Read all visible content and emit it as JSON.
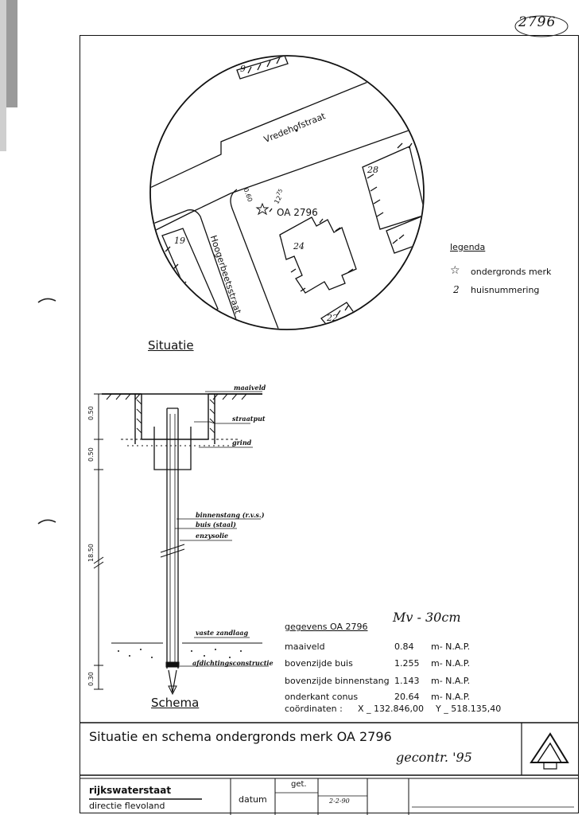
{
  "sheet_number": "2796",
  "situation_map": {
    "streets": [
      "Vredehofstraat",
      "Hoogerbeetsstraat"
    ],
    "house_numbers": [
      "9",
      "28",
      "19",
      "24",
      "22"
    ],
    "mark_label": "OA 2796",
    "height_tag": "12",
    "height_tag_sup": "75",
    "side_tag": "0.60"
  },
  "legend": {
    "title": "legenda",
    "items": [
      {
        "symbol": "☆",
        "label": "ondergronds merk"
      },
      {
        "symbol": "2",
        "label": "huisnummering"
      }
    ]
  },
  "situatie_title": "Situatie",
  "schema": {
    "title": "Schema",
    "labels": {
      "maaiveld": "maaiveld",
      "straatput": "straatput",
      "grind": "grind",
      "binnenstang": "binnenstang (r.v.s.)",
      "buis": "buis (staal)",
      "enzysolie": "enzysolie",
      "vaste_zandlaag": "vaste zandlaag",
      "afdichting": "afdichtingsconstructie"
    },
    "dimensions": [
      "0.50",
      "0.50",
      "18.50",
      "0.30"
    ]
  },
  "gegevens": {
    "title": "gegevens OA 2796",
    "note": "Mv - 30cm",
    "rows": [
      {
        "label": "maaiveld",
        "value": "0.84",
        "unit": "m- N.A.P."
      },
      {
        "label": "bovenzijde buis",
        "value": "1.255",
        "unit": "m- N.A.P."
      },
      {
        "label": "bovenzijde binnenstang",
        "value": "1.143",
        "unit": "m- N.A.P."
      },
      {
        "label": "onderkant conus",
        "value": "20.64",
        "unit": "m- N.A.P."
      }
    ],
    "coordinates_label": "coördinaten :",
    "x": "X _ 132.846,00",
    "y": "Y _ 518.135,40"
  },
  "title_block": {
    "title": "Situatie en schema ondergronds merk  OA 2796",
    "checked_note": "gecontr. '95",
    "organization": "rijkswaterstaat",
    "department": "directie flevoland",
    "date_label": "datum",
    "drawn_label": "get.",
    "date_value": "2-2-90"
  }
}
